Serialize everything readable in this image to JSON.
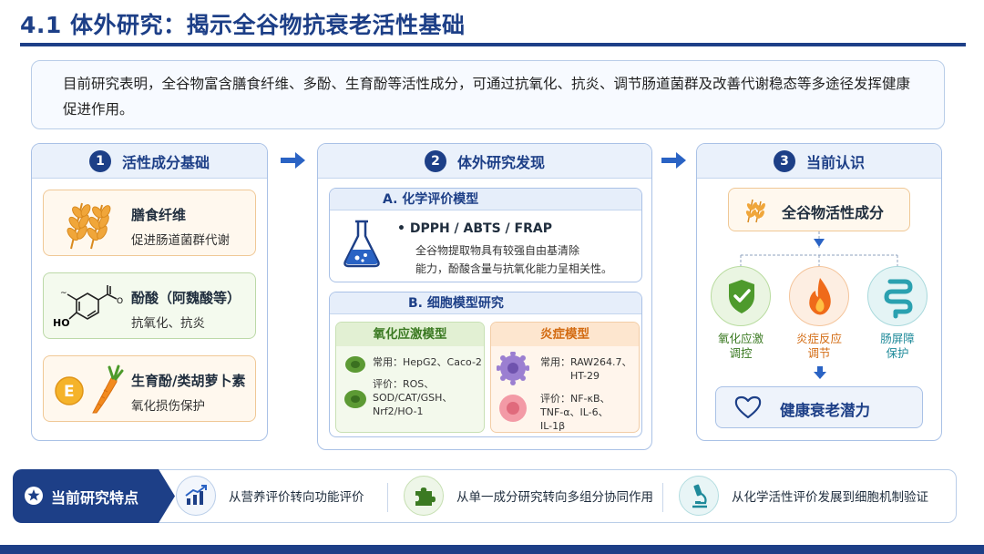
{
  "title": "4.1 体外研究：揭示全谷物抗衰老活性基础",
  "intro": "目前研究表明，全谷物富含膳食纤维、多酚、生育酚等活性成分，可通过抗氧化、抗炎、调节肠道菌群及改善代谢稳态等多途径发挥健康促进作用。",
  "panel1": {
    "num": "1",
    "title": "活性成分基础",
    "cards": [
      {
        "title": "膳食纤维",
        "sub": "促进肠道菌群代谢",
        "icon": "wheat-icon"
      },
      {
        "title": "酚酸（阿魏酸等）",
        "sub": "抗氧化、抗炎",
        "icon": "phenolic-structure-icon",
        "ho": "HO"
      },
      {
        "title": "生育酚/类胡萝卜素",
        "sub": "氧化损伤保护",
        "icon": "vitamin-e-carrot-icon",
        "e": "E"
      }
    ]
  },
  "panel2": {
    "num": "2",
    "title": "体外研究发现",
    "boxA": {
      "label": "A. 化学评价模型",
      "bullet": "DPPH / ABTS / FRAP",
      "desc1": "全谷物提取物具有较强自由基清除",
      "desc2": "能力，酚酸含量与抗氧化能力呈相关性。"
    },
    "boxB": {
      "label": "B. 细胞模型研究",
      "oxidative": {
        "title": "氧化应激模型",
        "common_label": "常用：",
        "common": "HepG2、Caco-2",
        "eval_label": "评价：",
        "eval1": "ROS、",
        "eval2": "SOD/CAT/GSH、",
        "eval3": "Nrf2/HO-1"
      },
      "inflammation": {
        "title": "炎症模型",
        "common_label": "常用：",
        "common1": "RAW264.7、",
        "common2": "HT-29",
        "eval_label": "评价：",
        "eval1": "NF-κB、",
        "eval2": "TNF-α、IL-6、",
        "eval3": "IL-1β"
      }
    }
  },
  "panel3": {
    "num": "3",
    "title": "当前认识",
    "top": "全谷物活性成分",
    "items": [
      {
        "label1": "氧化应激",
        "label2": "调控",
        "color": "#3b7a22",
        "icon": "shield-check-icon"
      },
      {
        "label1": "炎症反应",
        "label2": "调节",
        "color": "#d36b12",
        "icon": "flame-icon"
      },
      {
        "label1": "肠屏障",
        "label2": "保护",
        "color": "#1f8a9a",
        "icon": "intestine-icon"
      }
    ],
    "bottom": "健康衰老潜力"
  },
  "features": {
    "badge": "当前研究特点",
    "items": [
      {
        "text": "从营养评价转向功能评价",
        "icon": "chart-trend-icon"
      },
      {
        "text": "从单一成分研究转向多组分协同作用",
        "icon": "puzzle-icon"
      },
      {
        "text": "从化学活性评价发展到细胞机制验证",
        "icon": "microscope-icon"
      }
    ]
  },
  "colors": {
    "brand": "#1d3f87",
    "green": "#3b7a22",
    "orange": "#d36b12",
    "teal": "#1f8a9a"
  }
}
